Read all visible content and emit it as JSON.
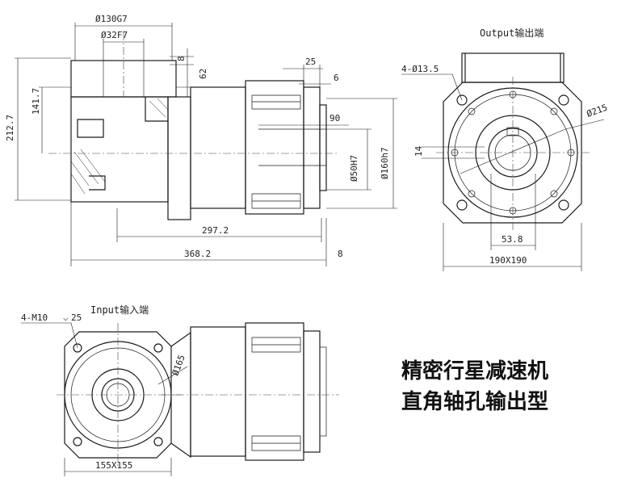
{
  "labels": {
    "output_end": "Output输出端",
    "input_end": "Input输入端",
    "title_line1": "精密行星减速机",
    "title_line2": "直角轴孔输出型"
  },
  "dims": {
    "d130": "Ø130G7",
    "d32": "Ø32F7",
    "h8": "8",
    "h62": "62",
    "h212": "212.7",
    "h141": "141.7",
    "w25": "25",
    "w6": "6",
    "w90": "90",
    "d50": "Ø50H7",
    "d160": "Ø160h7",
    "l297": "297.2",
    "l368": "368.2",
    "l8": "8",
    "holes_out": "4-Ø13.5",
    "d215": "Ø215",
    "k14": "14",
    "k53": "53.8",
    "sq190": "190X190",
    "holes_in": "4-M10",
    "depth25": "25",
    "d165": "Ø165",
    "sq155": "155X155"
  }
}
